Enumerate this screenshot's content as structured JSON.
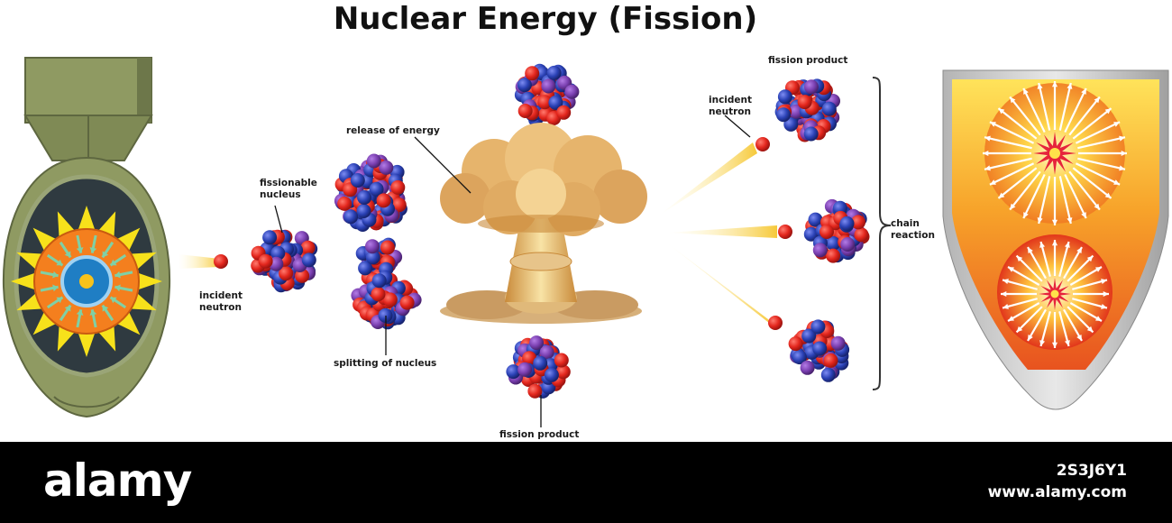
{
  "title": "Nuclear Energy (Fission)",
  "labels": {
    "incident_neutron_left": "incident\nneutron",
    "fissionable_nucleus": "fissionable\nnucleus",
    "release_of_energy": "release of energy",
    "splitting_of_nucleus": "splitting of nucleus",
    "fission_product_bottom": "fission product",
    "fission_product_top": "fission product",
    "incident_neutron_right": "incident\nneutron",
    "chain_reaction": "chain\nreaction"
  },
  "footer": {
    "brand": "alamy",
    "image_id": "2S3J6Y1",
    "site": "www.alamy.com"
  },
  "colors": {
    "bomb_shell": "#8f9a62",
    "bomb_dark": "#6d774a",
    "core_orange": "#f47f1e",
    "spike_yellow": "#f7e11b",
    "core_blue": "#1f7ec4",
    "neutron_red": "#e3261d",
    "proton_blue": "#2a41b5",
    "nucleus_purple": "#7a3fb0",
    "cloud_tan": "#e6b46c",
    "chain_brace": "#333333"
  }
}
